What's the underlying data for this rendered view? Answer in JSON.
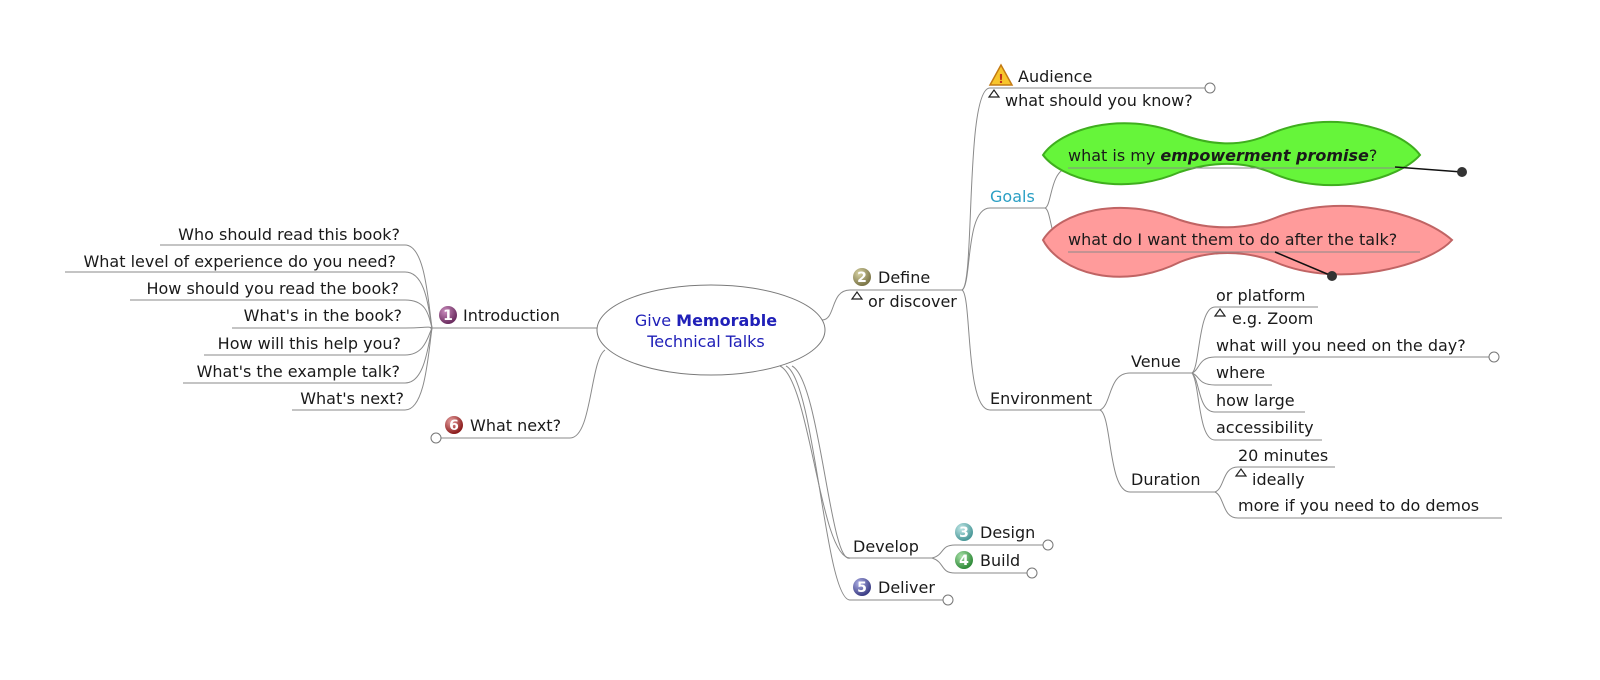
{
  "center": {
    "prefix": "Give ",
    "bold": "Memorable",
    "line2": "Technical Talks"
  },
  "introduction": {
    "number": "1",
    "label": "Introduction",
    "children": [
      "Who should read this book?",
      "What level of experience do you need?",
      "How should you read the book?",
      "What's in the book?",
      "How will this help you?",
      "What's the example talk?",
      "What's next?"
    ]
  },
  "what_next": {
    "number": "6",
    "label": "What next?"
  },
  "define": {
    "number": "2",
    "label": "Define",
    "note": "or discover",
    "audience": {
      "label": "Audience",
      "note": "what should you know?"
    },
    "goals": {
      "label": "Goals",
      "goal1_prefix": "what is my ",
      "goal1_bold": "empowerment promise",
      "goal1_suffix": "?",
      "goal2": "what do I want them to do after the talk?"
    },
    "environment": {
      "label": "Environment",
      "venue": {
        "label": "Venue",
        "platform": "or platform",
        "platform_note": "e.g. Zoom",
        "items": [
          "what will you need on the day?",
          "where",
          "how large",
          "accessibility"
        ]
      },
      "duration": {
        "label": "Duration",
        "time": "20 minutes",
        "time_note": "ideally",
        "more": "more if you need to do demos"
      }
    }
  },
  "develop": {
    "label": "Develop",
    "design": {
      "number": "3",
      "label": "Design"
    },
    "build": {
      "number": "4",
      "label": "Build"
    }
  },
  "deliver": {
    "number": "5",
    "label": "Deliver"
  },
  "colors": {
    "num1": "#7a3a6e",
    "num2": "#8a8456",
    "num3": "#5aa8a8",
    "num4": "#3f9a48",
    "num5": "#4a4c94",
    "num6": "#9a2a2a",
    "goal_green": "#66f53a",
    "goal_red": "#ff9b9b",
    "center_text": "#2020b8"
  }
}
